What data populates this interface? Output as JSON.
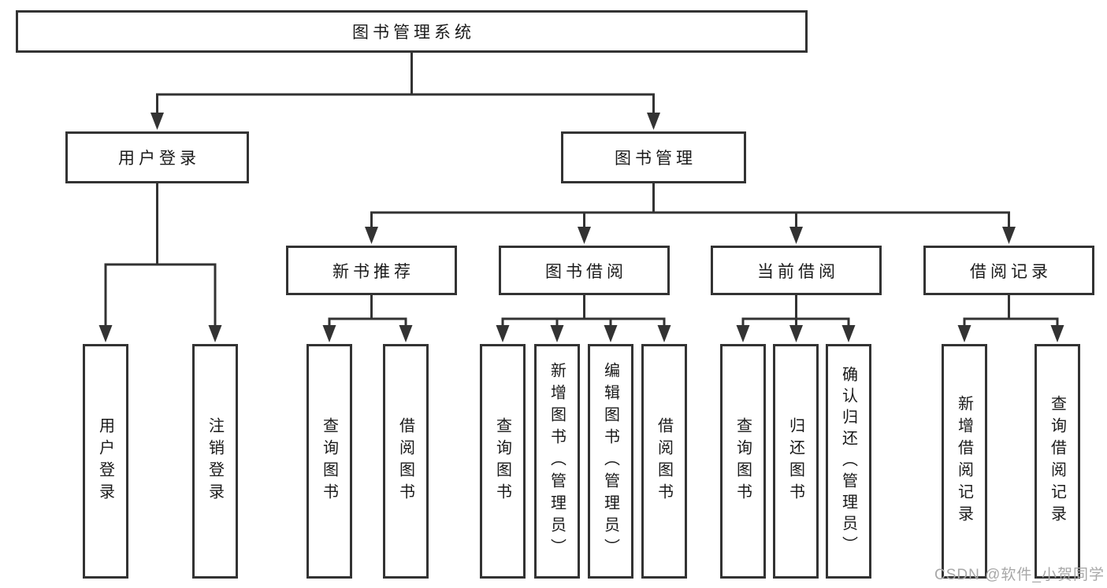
{
  "tree": {
    "root": {
      "label": "图书管理系统"
    },
    "branches": [
      {
        "label": "用户登录",
        "children": [
          {
            "label": "用户登录"
          },
          {
            "label": "注销登录"
          }
        ]
      },
      {
        "label": "图书管理",
        "children": [
          {
            "label": "新书推荐",
            "children": [
              {
                "label": "查询图书"
              },
              {
                "label": "借阅图书"
              }
            ]
          },
          {
            "label": "图书借阅",
            "children": [
              {
                "label": "查询图书"
              },
              {
                "label": "新增图书（管理员）"
              },
              {
                "label": "编辑图书（管理员）"
              },
              {
                "label": "借阅图书"
              }
            ]
          },
          {
            "label": "当前借阅",
            "children": [
              {
                "label": "查询图书"
              },
              {
                "label": "归还图书"
              },
              {
                "label": "确认归还（管理员）"
              }
            ]
          },
          {
            "label": "借阅记录",
            "children": [
              {
                "label": "新增借阅记录"
              },
              {
                "label": "查询借阅记录"
              }
            ]
          }
        ]
      }
    ]
  },
  "watermark": {
    "text": "CSDN @软件_小贺同学"
  },
  "colors": {
    "line": "#333333",
    "box_border": "#333333",
    "text": "#1a1a1a",
    "watermark": "#a8a8a8",
    "background": "#ffffff"
  }
}
